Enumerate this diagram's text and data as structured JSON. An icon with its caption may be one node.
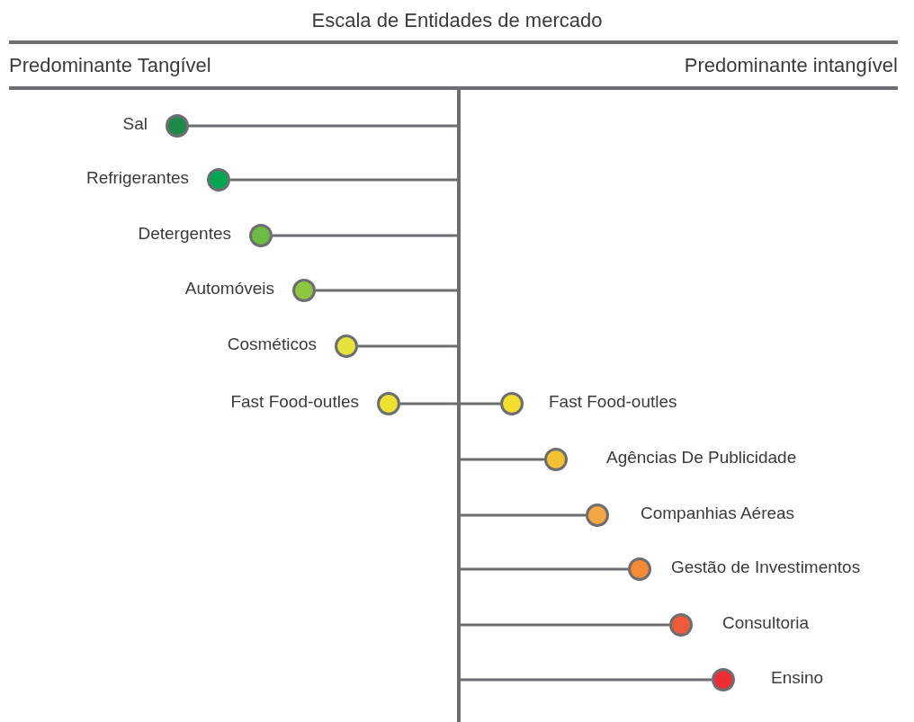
{
  "diagram": {
    "title": "Escala de Entidades de mercado",
    "nodes": [
      {
        "text": [],
        "shape": "circle",
        "beside": [
          "Sal"
        ]
      },
      {
        "text": [],
        "shape": "circle",
        "beside": [
          "Refrigerantes"
        ]
      },
      {
        "text": [],
        "shape": "circle",
        "beside": [
          "Detergentes"
        ]
      },
      {
        "text": [],
        "shape": "circle",
        "beside": [
          "Automóveis"
        ]
      },
      {
        "text": [],
        "shape": "circle",
        "beside": [
          "Cosméticos"
        ]
      },
      {
        "text": [],
        "shape": "circle",
        "beside": [
          "Fast Food-outles"
        ]
      },
      {
        "text": [],
        "shape": "circle",
        "beside": [
          "Fast Food-outles"
        ]
      },
      {
        "text": [],
        "shape": "circle",
        "beside": [
          "Agências De Publicidade"
        ]
      },
      {
        "text": [],
        "shape": "circle",
        "beside": [
          "Companhias Aéreas"
        ]
      },
      {
        "text": [],
        "shape": "circle",
        "beside": [
          "Gestão de Investimentos"
        ]
      },
      {
        "text": [],
        "shape": "circle",
        "beside": [
          "Consultoria"
        ]
      },
      {
        "text": [],
        "shape": "circle",
        "beside": [
          "Ensino"
        ]
      },
      {
        "text": [],
        "shape": "bar"
      }
    ],
    "edges": [
      {
        "from": 0,
        "to": 12,
        "arrow": "none"
      },
      {
        "from": 1,
        "to": 12,
        "arrow": "none"
      },
      {
        "from": 2,
        "to": 12,
        "arrow": "none"
      },
      {
        "from": 3,
        "to": 12,
        "arrow": "none"
      },
      {
        "from": 4,
        "to": 12,
        "arrow": "none"
      },
      {
        "from": 5,
        "to": 12,
        "arrow": "none"
      },
      {
        "from": 6,
        "to": 12,
        "arrow": "none"
      },
      {
        "from": 7,
        "to": 12,
        "arrow": "none"
      },
      {
        "from": 8,
        "to": 12,
        "arrow": "none"
      },
      {
        "from": 9,
        "to": 12,
        "arrow": "none"
      },
      {
        "from": 10,
        "to": 12,
        "arrow": "none"
      },
      {
        "from": 11,
        "to": 12,
        "arrow": "none"
      }
    ],
    "labels": [
      "Predominante Tangível",
      "Predominante intangível"
    ]
  }
}
